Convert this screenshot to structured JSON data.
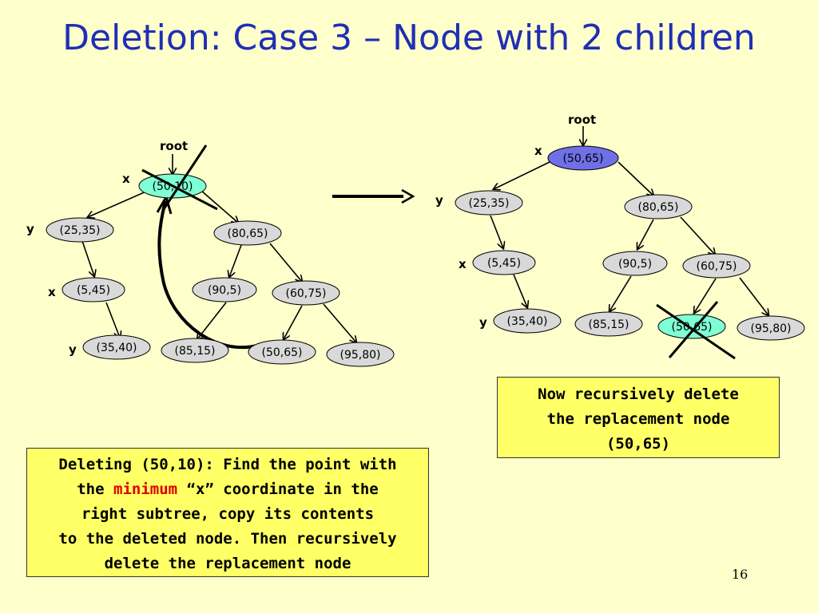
{
  "title": "Deletion: Case 3 – Node with 2 children",
  "left_tree": {
    "root_label": "root",
    "nodes": [
      {
        "id": "n5010",
        "label": "(50,10)",
        "fill": "#7fffd4"
      },
      {
        "id": "n2535",
        "label": "(25,35)",
        "fill": "#d9d9d9"
      },
      {
        "id": "n8065",
        "label": "(80,65)",
        "fill": "#d9d9d9"
      },
      {
        "id": "n545",
        "label": "(5,45)",
        "fill": "#d9d9d9"
      },
      {
        "id": "n905",
        "label": "(90,5)",
        "fill": "#d9d9d9"
      },
      {
        "id": "n6075",
        "label": "(60,75)",
        "fill": "#d9d9d9"
      },
      {
        "id": "n3540",
        "label": "(35,40)",
        "fill": "#d9d9d9"
      },
      {
        "id": "n8515",
        "label": "(85,15)",
        "fill": "#d9d9d9"
      },
      {
        "id": "n5065",
        "label": "(50,65)",
        "fill": "#d9d9d9"
      },
      {
        "id": "n9580",
        "label": "(95,80)",
        "fill": "#d9d9d9"
      }
    ],
    "level_labels": [
      "x",
      "y",
      "x",
      "y"
    ]
  },
  "right_tree": {
    "root_label": "root",
    "nodes": [
      {
        "id": "n5065",
        "label": "(50,65)",
        "fill": "#6f6fe6"
      },
      {
        "id": "n2535",
        "label": "(25,35)",
        "fill": "#d9d9d9"
      },
      {
        "id": "n8065",
        "label": "(80,65)",
        "fill": "#d9d9d9"
      },
      {
        "id": "n545",
        "label": "(5,45)",
        "fill": "#d9d9d9"
      },
      {
        "id": "n905",
        "label": "(90,5)",
        "fill": "#d9d9d9"
      },
      {
        "id": "n6075",
        "label": "(60,75)",
        "fill": "#d9d9d9"
      },
      {
        "id": "n3540",
        "label": "(35,40)",
        "fill": "#d9d9d9"
      },
      {
        "id": "n8515",
        "label": "(85,15)",
        "fill": "#d9d9d9"
      },
      {
        "id": "n5065b",
        "label": "(50,65)",
        "fill": "#7fffd4"
      },
      {
        "id": "n9580",
        "label": "(95,80)",
        "fill": "#d9d9d9"
      }
    ],
    "level_labels": [
      "x",
      "y",
      "x",
      "y"
    ]
  },
  "left_box": {
    "line1": "Deleting (50,10): Find the point with",
    "line2_pre": "the ",
    "line2_highlight": "minimum",
    "line2_post": " “x” coordinate in the",
    "line3": "right subtree, copy its contents",
    "line4": "to the deleted node. Then recursively",
    "line5": "delete the replacement node"
  },
  "right_box": {
    "line1": "Now recursively delete",
    "line2": "the replacement node",
    "line3": "(50,65)"
  },
  "page_number": "16",
  "colors": {
    "background": "#ffffcc",
    "title": "#1f2fb3",
    "deleted_node": "#7fffd4",
    "new_root": "#6f6fe6",
    "node": "#d9d9d9",
    "highlight_text": "#e00000",
    "box": "#ffff66"
  }
}
